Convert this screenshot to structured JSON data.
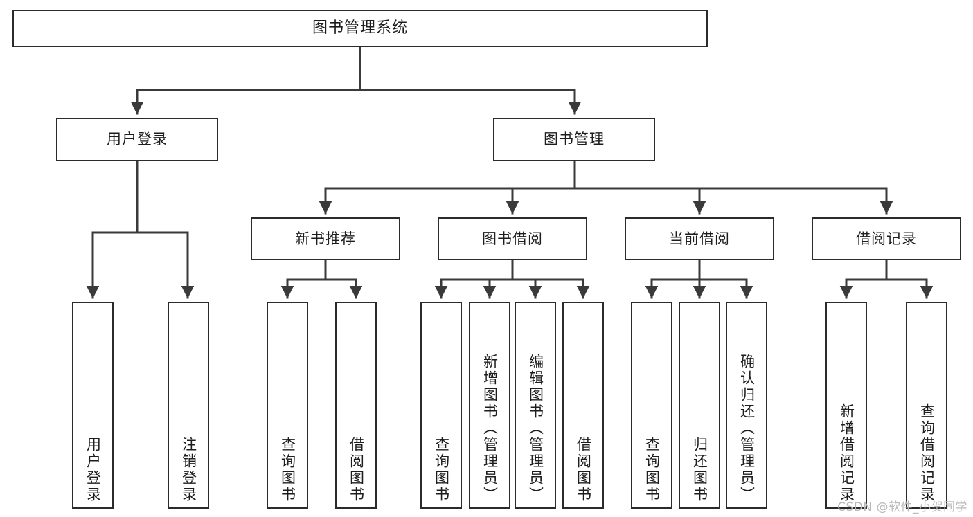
{
  "diagram": {
    "title": "图书管理系统",
    "type": "tree-hierarchy-chart",
    "watermark": "CSDN @软件_小贺同学",
    "colors": {
      "box_border": "#2b2b2b",
      "box_fill": "#ffffff",
      "edge": "#3a3a3a",
      "text": "#1d1d1d",
      "watermark": "#b9b9b9",
      "background": "#ffffff"
    },
    "nodes": {
      "root": {
        "label": "图书管理系统"
      },
      "level2": [
        {
          "id": "user-login",
          "label": "用户登录"
        },
        {
          "id": "book-management",
          "label": "图书管理"
        }
      ],
      "level3": [
        {
          "id": "new-book-recommend",
          "label": "新书推荐"
        },
        {
          "id": "book-borrow",
          "label": "图书借阅"
        },
        {
          "id": "current-borrow",
          "label": "当前借阅"
        },
        {
          "id": "borrow-record",
          "label": "借阅记录"
        }
      ],
      "leaves": {
        "user_login": [
          {
            "id": "leaf-user-login",
            "label": "用户登录"
          },
          {
            "id": "leaf-logout-login",
            "label": "注销登录"
          }
        ],
        "new_book_recommend": [
          {
            "id": "leaf-query-book-1",
            "label": "查询图书"
          },
          {
            "id": "leaf-borrow-book-1",
            "label": "借阅图书"
          }
        ],
        "book_borrow": [
          {
            "id": "leaf-query-book-2",
            "label": "查询图书"
          },
          {
            "id": "leaf-add-book-admin",
            "label": "新增图书（管理员）"
          },
          {
            "id": "leaf-edit-book-admin",
            "label": "编辑图书（管理员）"
          },
          {
            "id": "leaf-borrow-book-2",
            "label": "借阅图书"
          }
        ],
        "current_borrow": [
          {
            "id": "leaf-query-book-3",
            "label": "查询图书"
          },
          {
            "id": "leaf-return-book",
            "label": "归还图书"
          },
          {
            "id": "leaf-confirm-return-admin",
            "label": "确认归还（管理员）"
          }
        ],
        "borrow_record": [
          {
            "id": "leaf-add-borrow-record",
            "label": "新增借阅记录"
          },
          {
            "id": "leaf-query-borrow-record",
            "label": "查询借阅记录"
          }
        ]
      }
    }
  }
}
